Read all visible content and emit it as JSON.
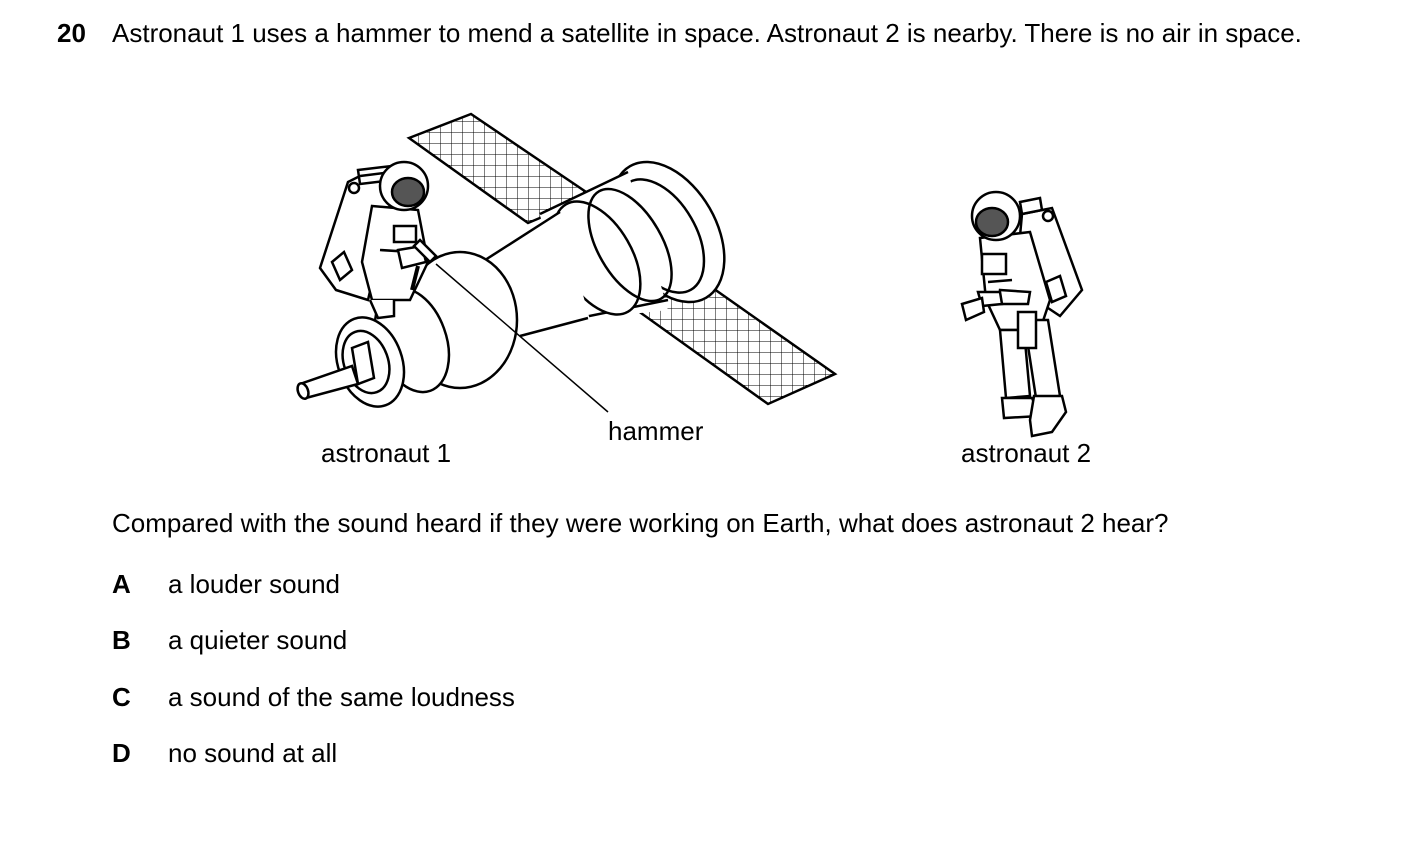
{
  "question": {
    "number": "20",
    "stem": "Astronaut 1 uses a hammer to mend a satellite in space. Astronaut 2 is nearby. There is no air in space.",
    "prompt": "Compared with the sound heard if they were working on Earth, what does astronaut 2 hear?"
  },
  "figure": {
    "labels": {
      "astronaut1": "astronaut 1",
      "hammer": "hammer",
      "astronaut2": "astronaut 2"
    },
    "icons": [
      "astronaut-1-icon",
      "satellite-icon",
      "solar-panel-icon",
      "hammer-icon",
      "astronaut-2-icon"
    ]
  },
  "options": [
    {
      "letter": "A",
      "text": "a louder sound"
    },
    {
      "letter": "B",
      "text": "a quieter sound"
    },
    {
      "letter": "C",
      "text": "a sound of the same loudness"
    },
    {
      "letter": "D",
      "text": "no sound at all"
    }
  ]
}
